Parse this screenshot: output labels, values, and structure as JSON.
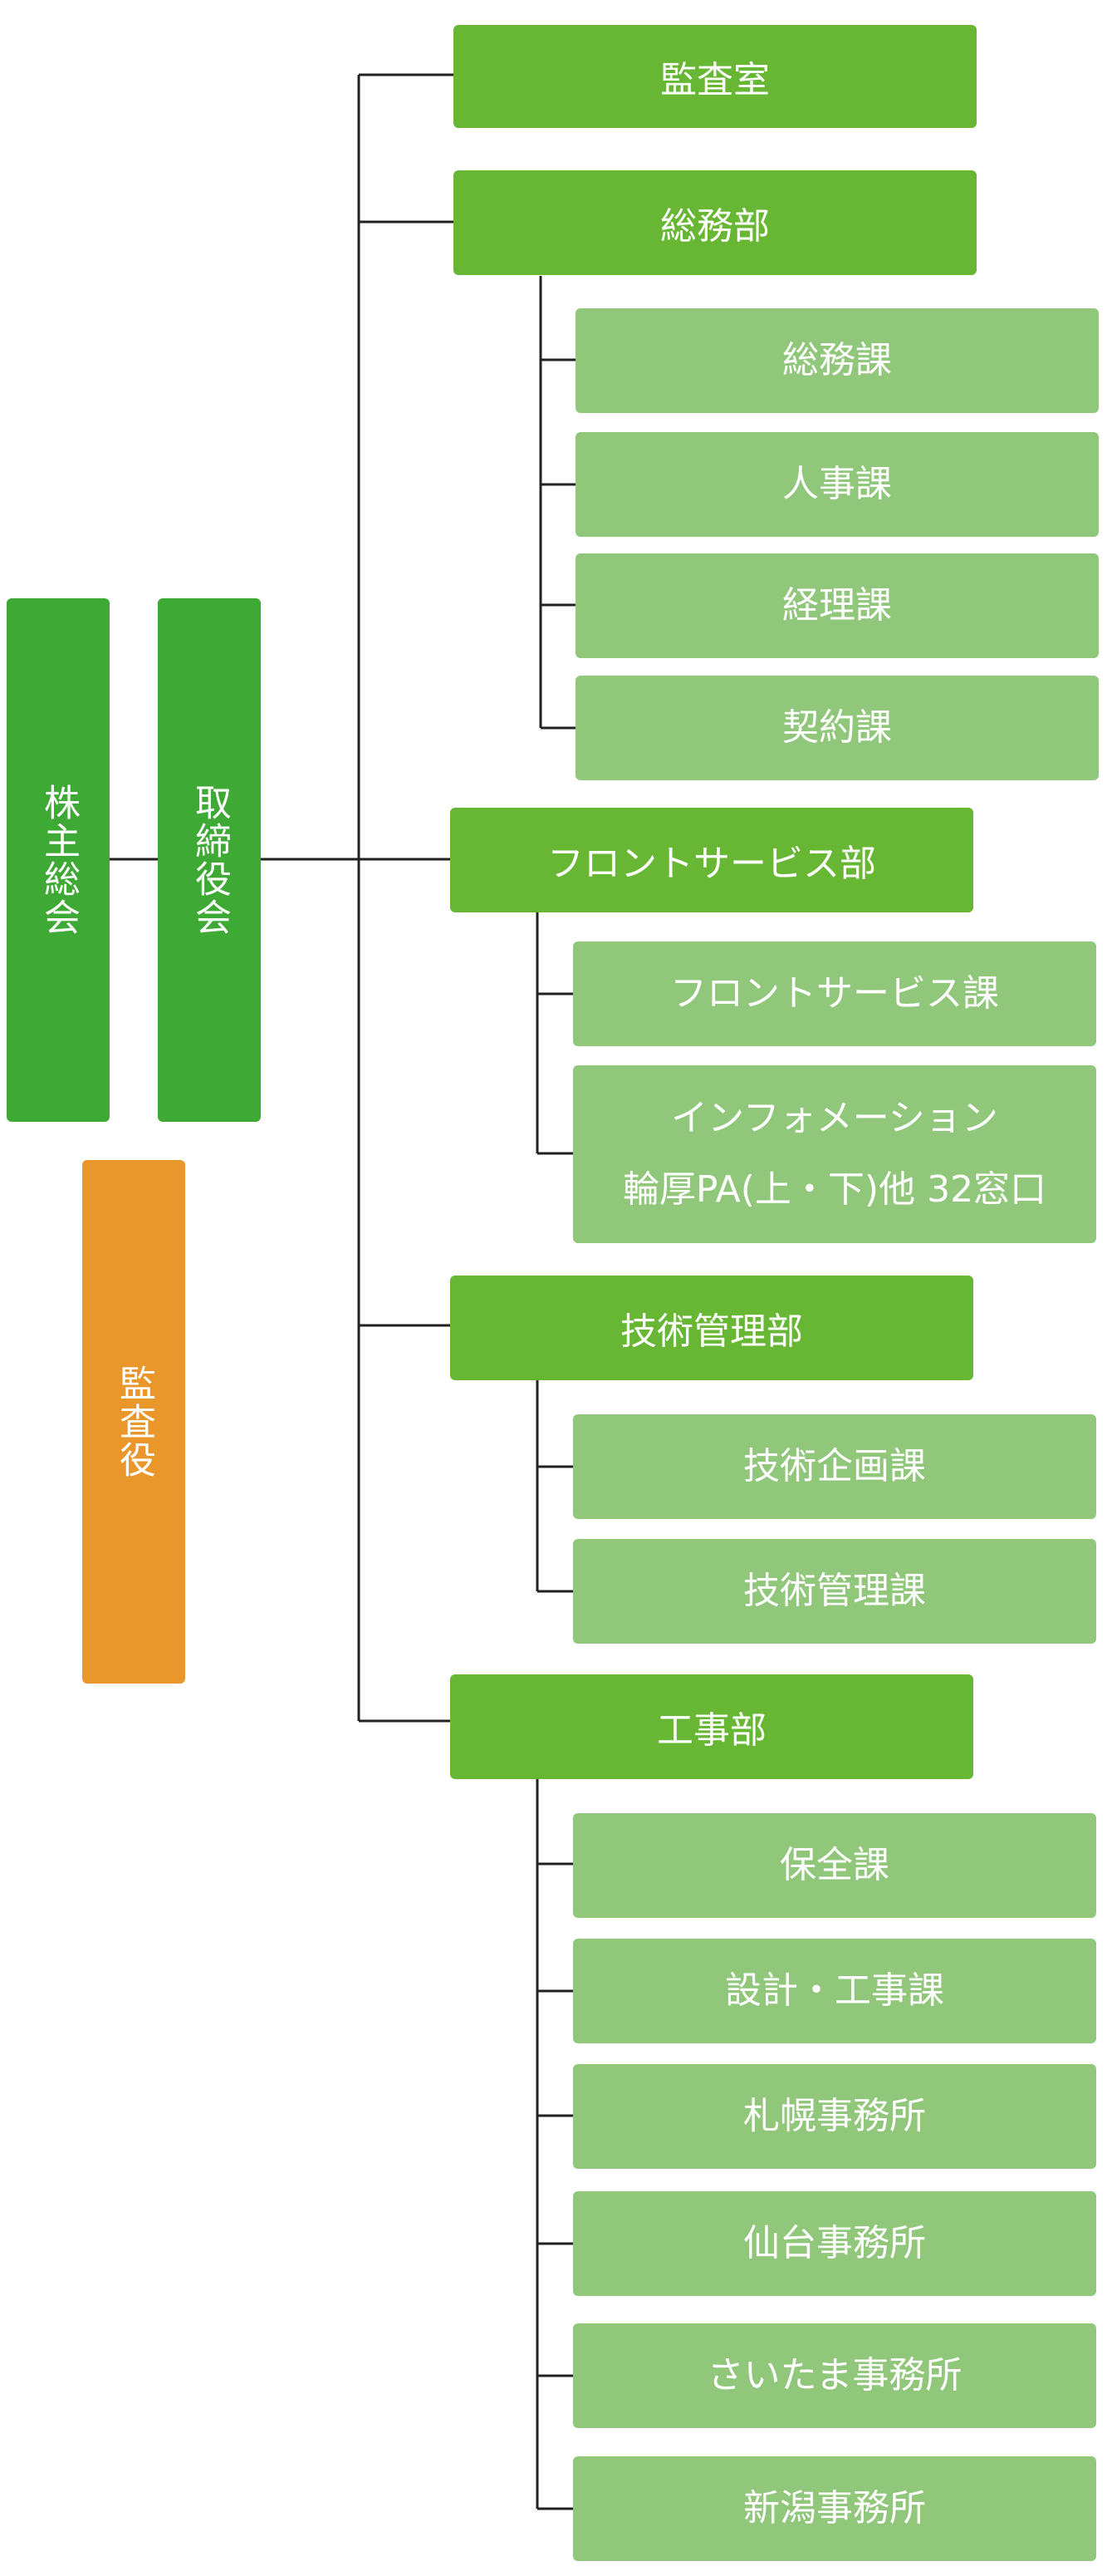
{
  "org": {
    "shareholders": "株主総会",
    "board": "取締役会",
    "auditor": "監査役",
    "audit_office": "監査室",
    "general_affairs": {
      "name": "総務部",
      "sections": [
        "総務課",
        "人事課",
        "経理課",
        "契約課"
      ]
    },
    "front_service": {
      "name": "フロントサービス部",
      "sections": [
        "フロントサービス課"
      ],
      "info_line1": "インフォメーション",
      "info_line2": "輪厚PA(上・下)他 32窓口"
    },
    "tech_management": {
      "name": "技術管理部",
      "sections": [
        "技術企画課",
        "技術管理課"
      ]
    },
    "construction": {
      "name": "工事部",
      "sections": [
        "保全課",
        "設計・工事課",
        "札幌事務所",
        "仙台事務所",
        "さいたま事務所",
        "新潟事務所"
      ]
    }
  },
  "colors": {
    "top_green": "#3fa935",
    "dept_green": "#67b734",
    "section_green": "#90c77b",
    "auditor_orange": "#e9962b",
    "line": "#222222"
  }
}
